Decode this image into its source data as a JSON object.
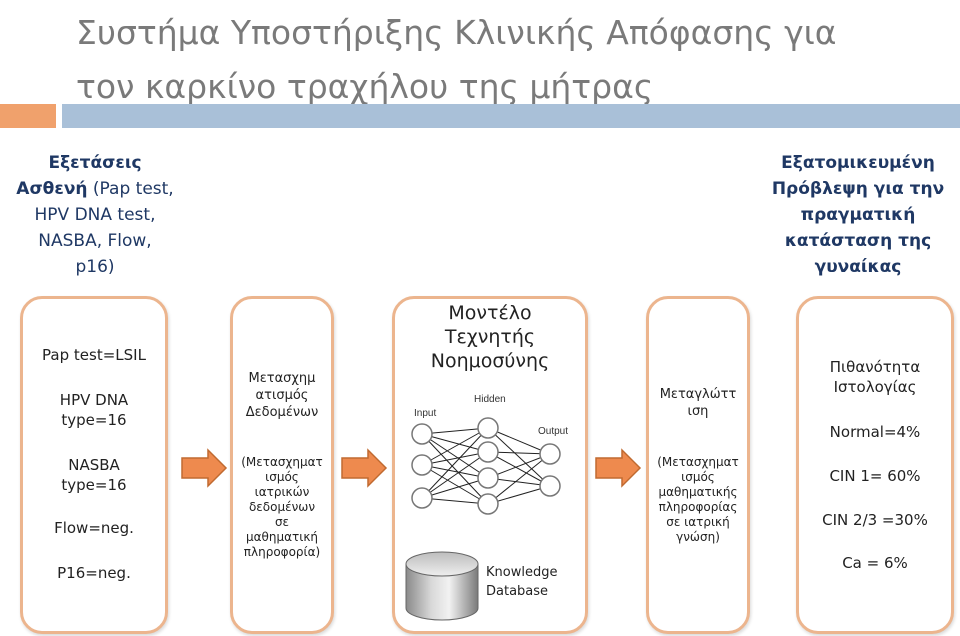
{
  "title": {
    "line1": "Συστήμα Υποστήριξης Κλινικής Απόφασης για",
    "line2": "τον καρκίνο τραχήλου της μήτρας"
  },
  "left_header": {
    "bold1": "Εξετάσεις",
    "bold2": "Ασθενή",
    "rest2": " (Pap test,",
    "line3": "HPV DNA test,",
    "line4": "NASBA, Flow,",
    "line5": "p16)"
  },
  "right_header": {
    "line1": "Εξατομικευμένη",
    "line2": "Πρόβλεψη για την",
    "line3": "πραγματική",
    "line4": "κατάσταση της",
    "line5": "γυναίκας"
  },
  "box1": {
    "items": [
      "Pap test=LSIL",
      "HPV DNA",
      "type=16",
      "NASBA",
      "type=16",
      "Flow=neg.",
      "P16=neg."
    ]
  },
  "box2": {
    "title_lines": [
      "Μετασχημ",
      "ατισμός",
      "Δεδομένων"
    ],
    "desc_lines": [
      "(Μετασχηματ",
      "ισμός",
      "ιατρικών",
      "δεδομένων",
      "σε",
      "μαθηματική",
      "πληροφορία)"
    ]
  },
  "box3": {
    "title_lines": [
      "Μοντέλο",
      "Τεχνητής",
      "Νοημοσύνης"
    ],
    "input_label": "Input",
    "hidden_label": "Hidden",
    "output_label": "Output",
    "kb_line1": "Knowledge",
    "kb_line2": "Database"
  },
  "box4": {
    "title_lines": [
      "Μεταγλώττ",
      "ιση"
    ],
    "desc_lines": [
      "(Μετασχηματ",
      "ισμός",
      "μαθηματικής",
      "πληροφορίας",
      "σε ιατρική",
      "γνώση)"
    ]
  },
  "box5": {
    "items": [
      "Πιθανότητα",
      "Ιστολογίας",
      "Normal=4%",
      "CIN 1= 60%",
      "CIN 2/3 =30%",
      "Ca = 6%"
    ]
  },
  "colors": {
    "title": "#7a7a7a",
    "header_text": "#1f3864",
    "band_orange": "#f0a16c",
    "band_blue": "#a9c0d8",
    "box_border": "#ecb58e",
    "arrow_fill": "#ee8a4e",
    "arrow_stroke": "#c06a30",
    "node_fill": "#ffffff",
    "node_stroke": "#777777"
  },
  "icons": [
    "arrow-right-icon",
    "database-cylinder-icon",
    "neural-network-icon"
  ]
}
